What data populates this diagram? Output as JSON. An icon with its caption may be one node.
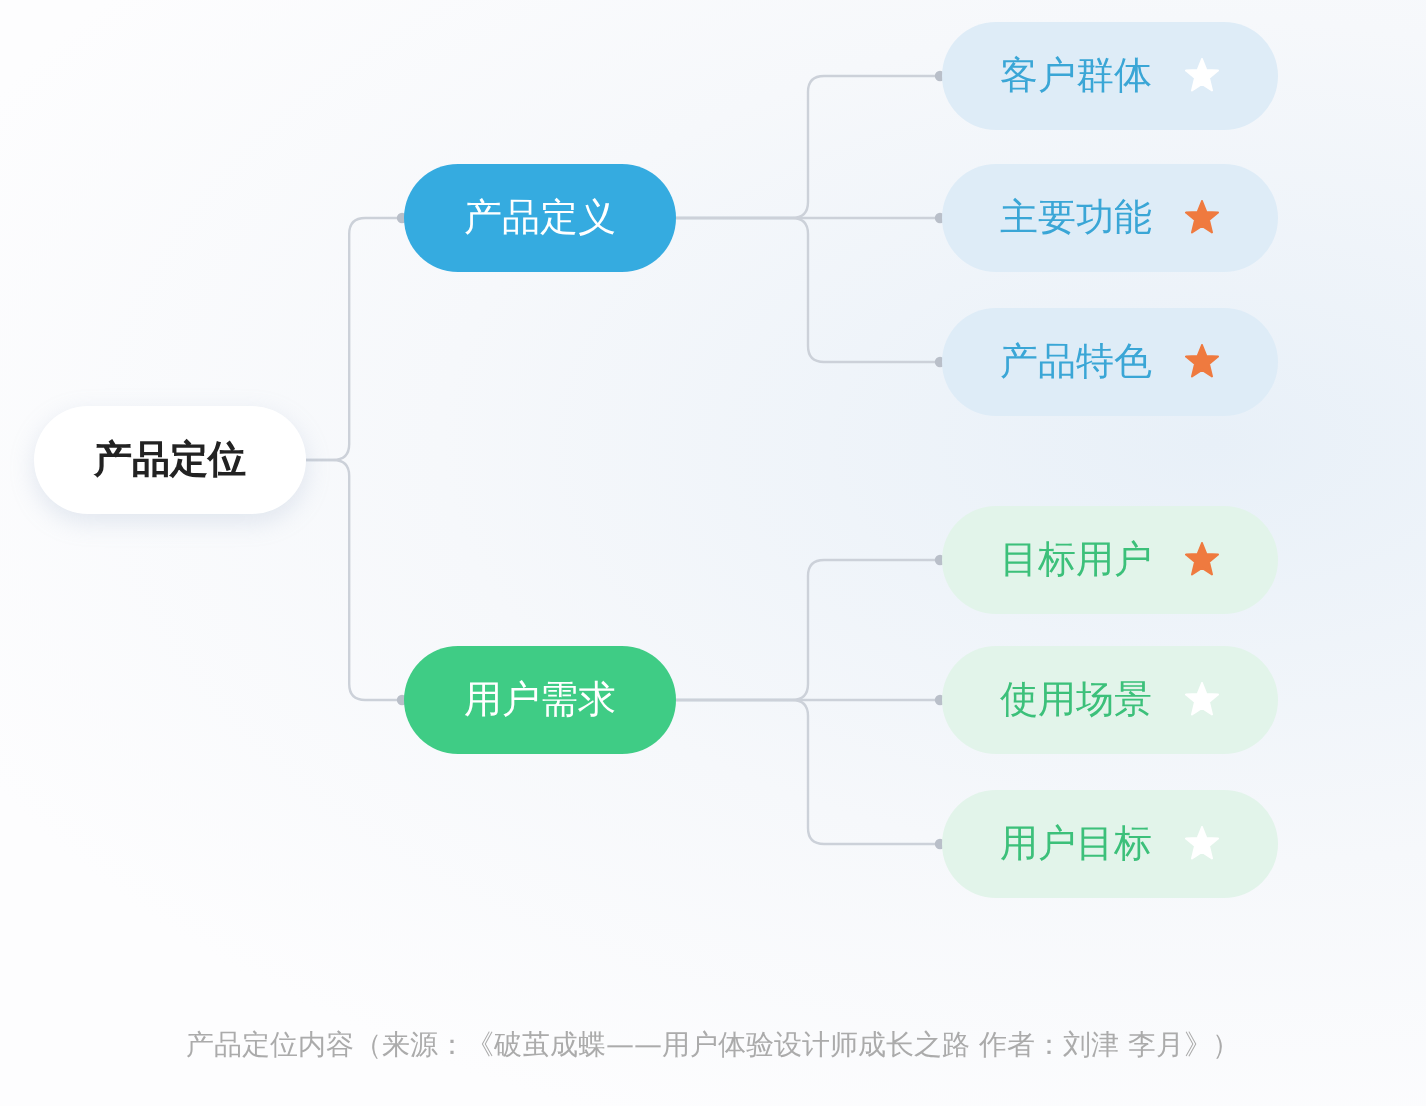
{
  "diagram": {
    "caption": "产品定位内容（来源：《破茧成蝶——用户体验设计师成长之路  作者：刘津 李月》）",
    "nodes": [
      {
        "text": [
          "产品定位"
        ]
      },
      {
        "text": [
          "产品定义"
        ]
      },
      {
        "text": [
          "客户群体"
        ]
      },
      {
        "text": [
          "主要功能"
        ]
      },
      {
        "text": [
          "产品特色"
        ]
      },
      {
        "text": [
          "用户需求"
        ]
      },
      {
        "text": [
          "目标用户"
        ]
      },
      {
        "text": [
          "使用场景"
        ]
      },
      {
        "text": [
          "用户目标"
        ]
      }
    ],
    "edges": [
      {
        "from": 0,
        "to": 1,
        "arrow": "other"
      },
      {
        "from": 0,
        "to": 5,
        "arrow": "other"
      },
      {
        "from": 1,
        "to": 2,
        "arrow": "other"
      },
      {
        "from": 1,
        "to": 3,
        "arrow": "other"
      },
      {
        "from": 1,
        "to": 4,
        "arrow": "other"
      },
      {
        "from": 5,
        "to": 6,
        "arrow": "other"
      },
      {
        "from": 5,
        "to": 7,
        "arrow": "other"
      },
      {
        "from": 5,
        "to": 8,
        "arrow": "other"
      }
    ]
  }
}
